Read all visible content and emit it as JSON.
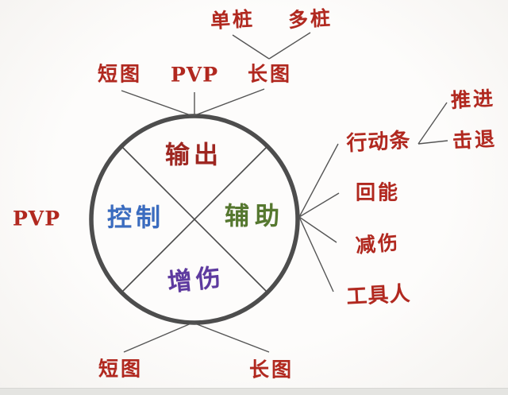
{
  "diagram_title": "character role quadrant mind-map",
  "palette": {
    "outer_label_red": "#b1281f",
    "quadrant_output_red": "#9e2620",
    "quadrant_control_blue": "#3a6cc0",
    "quadrant_support_green": "#55782f",
    "quadrant_damage_amp_purple": "#5d3aa0",
    "line_gray": "#4f4f4f",
    "background": "#f7f5f2"
  },
  "quadrants": {
    "top": {
      "label": "输出"
    },
    "left": {
      "label": "控制"
    },
    "right": {
      "label": "辅助"
    },
    "bottom": {
      "label": "增伤"
    }
  },
  "nodes": {
    "top_short_map": "短图",
    "top_pvp": "PVP",
    "top_long_map": "长图",
    "single_target": "单桩",
    "multi_target": "多桩",
    "left_pvp": "PVP",
    "action_bar": "行动条",
    "advance": "推进",
    "knockback": "击退",
    "energy_regen": "回能",
    "damage_reduction": "减伤",
    "utility_person": "工具人",
    "bottom_short_map": "短图",
    "bottom_long_map": "长图"
  }
}
